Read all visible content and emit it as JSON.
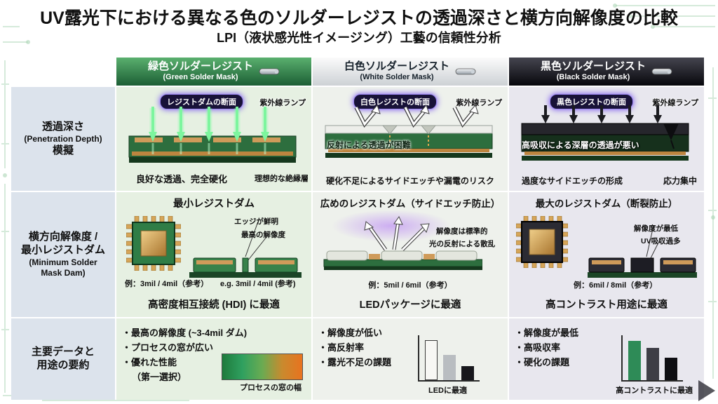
{
  "page": {
    "title": "UV露光下における異なる色のソルダーレジストの透過深さと横方向解像度の比較",
    "subtitle": "LPI（液状感光性イメージング）工藝の信頼性分析"
  },
  "row_labels": {
    "r1": [
      "透過深さ",
      "(Penetration Depth)",
      "模擬"
    ],
    "r2": [
      "横方向解像度 /",
      "最小レジストダム",
      "(Minimum Solder",
      "Mask Dam)"
    ],
    "r3": [
      "主要データと",
      "用途の要約"
    ]
  },
  "columns": {
    "green": {
      "header_jp": "緑色ソルダーレジスト",
      "header_en": "(Green Solder Mask)",
      "row1": {
        "badge": "レジストダムの断面",
        "lamp": "紫外線ランプ",
        "caption_left": "良好な透過、完全硬化",
        "caption_right": "理想的な絶縁層"
      },
      "row2": {
        "title": "最小レジストダム",
        "ann1": "エッジが鮮明",
        "ann2": "最高の解像度",
        "example_left": "例：3mil / 4mil（参考）",
        "example_right": "e.g. 3mil / 4mil (参考)",
        "footer": "高密度相互接続 (HDI) に最適"
      },
      "row3": {
        "b1": "・最高の解像度 (~3-4mil ダム)",
        "b2": "・プロセスの窓が広い",
        "b3": "・優れた性能",
        "b4": "（第一選択）",
        "chart_label": "プロセスの窓の幅"
      }
    },
    "white": {
      "header_jp": "白色ソルダーレジスト",
      "header_en": "(White Solder Mask)",
      "row1": {
        "badge": "白色レジストの断面",
        "lamp": "紫外線ランプ",
        "overlay": "反射による透過が困難",
        "caption": "硬化不足によるサイドエッチや漏電のリスク"
      },
      "row2": {
        "title": "広めのレジストダム（サイドエッチ防止）",
        "ann1": "解像度は標準的",
        "ann2": "光の反射による散乱",
        "example": "例：5mil / 6mil（参考）",
        "footer": "LEDパッケージに最適"
      },
      "row3": {
        "b1": "・解像度が低い",
        "b2": "・高反射率",
        "b3": "・露光不足の課題",
        "chart_label": "LEDに最適"
      }
    },
    "black": {
      "header_jp": "黒色ソルダーレジスト",
      "header_en": "(Black Solder Mask)",
      "row1": {
        "badge": "黒色レジストの断面",
        "lamp": "紫外線ランプ",
        "overlay": "高吸収による深層の透過が悪い",
        "caption_left": "過度なサイドエッチの形成",
        "caption_right": "応力集中"
      },
      "row2": {
        "title": "最大のレジストダム（断裂防止）",
        "ann1": "解像度が最低",
        "ann2": "UV吸収過多",
        "example": "例：6mil / 8mil（参考）",
        "footer": "高コントラスト用途に最適"
      },
      "row3": {
        "b1": "・解像度が最低",
        "b2": "・高吸収率",
        "b3": "・硬化の課題",
        "chart_label": "高コントラストに最適"
      }
    }
  },
  "chart_data": [
    {
      "type": "bar",
      "title": "LEDに最適",
      "categories": [
        "白",
        "灰",
        "黒"
      ],
      "values": [
        95,
        60,
        33
      ],
      "colors": [
        "#f7f7f4",
        "#b9bdc1",
        "#17171c"
      ]
    },
    {
      "type": "bar",
      "title": "高コントラストに最適",
      "categories": [
        "緑",
        "灰",
        "黒"
      ],
      "values": [
        93,
        77,
        53
      ],
      "colors": [
        "#2e8b57",
        "#3e3e46",
        "#0e0e12"
      ]
    },
    {
      "type": "gradient-scale",
      "title": "プロセスの窓の幅",
      "colors": [
        "#1e7a3c",
        "#2fa05f",
        "#6aab52",
        "#c98a2e",
        "#e8731f"
      ]
    }
  ],
  "colors": {
    "green_accent": "#2e7d46",
    "uv_purple": "#9a85f2",
    "copper": "#cf9b5a",
    "board_green": "#2d6e3e"
  }
}
